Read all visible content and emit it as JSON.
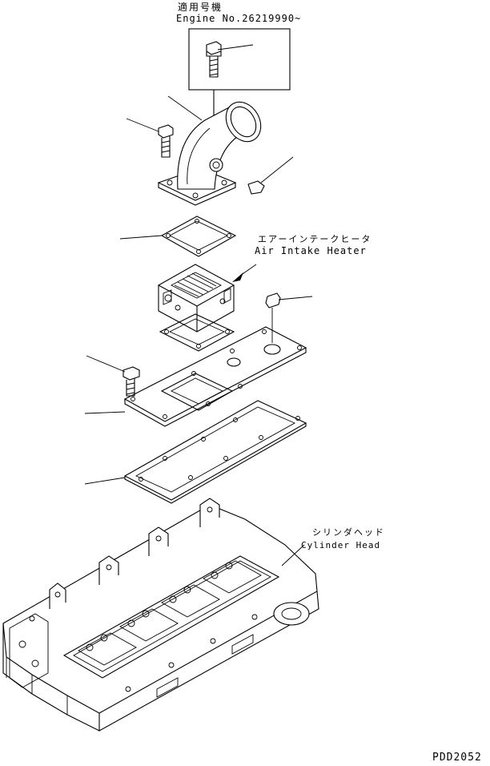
{
  "header": {
    "applicable_label_jp": "適用号機",
    "engine_number": "Engine No.26219990~"
  },
  "callouts": {
    "heater_jp": "エアーインテークヒータ",
    "heater_en": "Air Intake Heater",
    "head_jp": "シリンダヘッド",
    "head_en": "Cylinder Head"
  },
  "footer": {
    "drawing_code": "PDD2052"
  }
}
